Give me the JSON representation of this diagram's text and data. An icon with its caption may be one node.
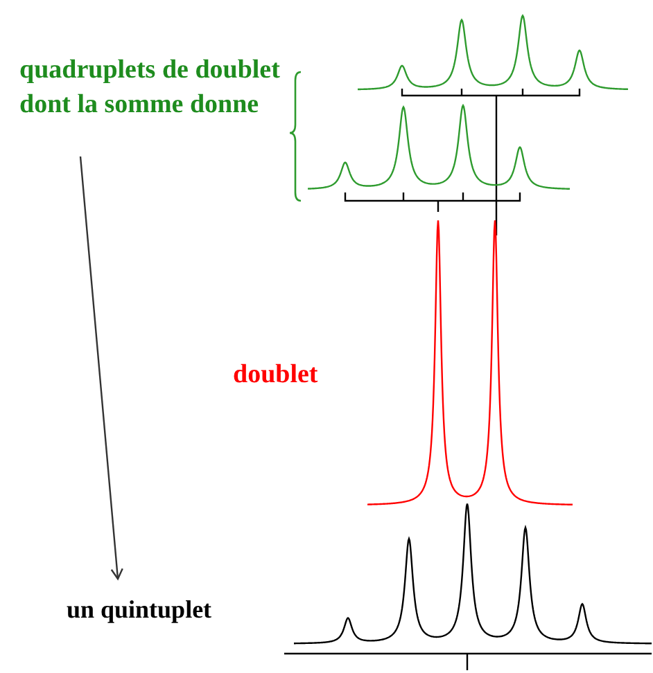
{
  "diagram": {
    "nodes": [
      {
        "text": [
          "quadruplets de doublet dont la somme donne"
        ]
      },
      {
        "text": [
          "doublet"
        ]
      },
      {
        "text": [
          "un quintuplet"
        ]
      }
    ],
    "edges": [
      {
        "from": 0,
        "to": 2,
        "arrow": "to"
      }
    ]
  }
}
